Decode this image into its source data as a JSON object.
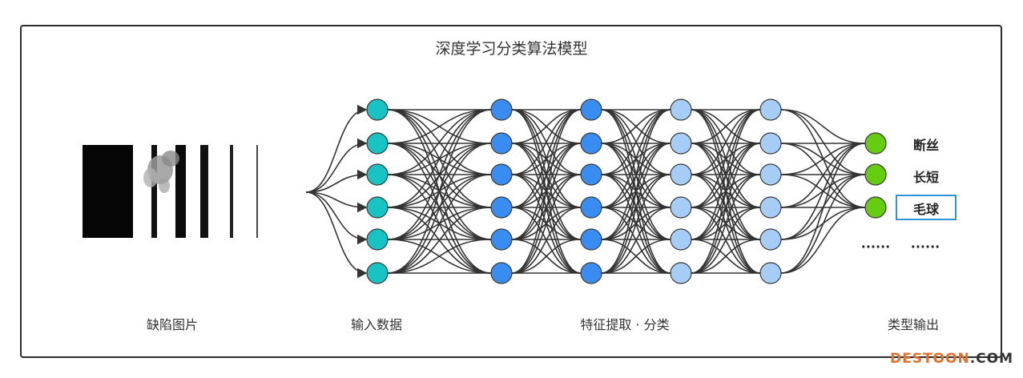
{
  "title": "深度学习分类算法模型",
  "stages": {
    "defect_image": "缺陷图片",
    "input_data": "输入数据",
    "feature_extraction": "特征提取 · 分类",
    "type_output": "类型输出"
  },
  "outputs": {
    "class_1": "断丝",
    "class_2": "长短",
    "class_3": "毛球",
    "ellipsis_node": "......",
    "ellipsis_label": "......"
  },
  "colors": {
    "input_nodes": "#19c3c3",
    "hidden_dark": "#3a8df0",
    "hidden_light": "#a6cdf5",
    "output_nodes": "#66cc11",
    "highlight_box": "#2f95d8",
    "edges": "#333333"
  },
  "watermark": {
    "part1": "DESTOON",
    "part2": ".COM"
  }
}
